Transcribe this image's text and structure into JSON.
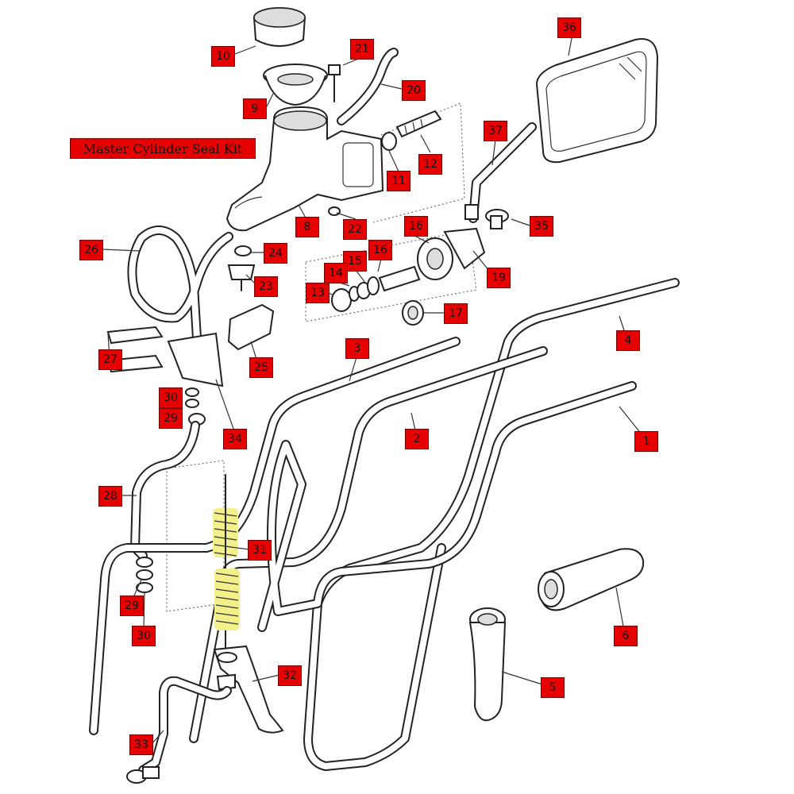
{
  "diagram": {
    "kit_label": "Master Cylinder Seal Kit",
    "highlight_color": "#f2f08a",
    "callout_color": "#e60000",
    "callouts": {
      "c1": "1",
      "c2": "2",
      "c3": "3",
      "c4": "4",
      "c5": "5",
      "c6": "6",
      "c8": "8",
      "c9": "9",
      "c10": "10",
      "c11": "11",
      "c12": "12",
      "c13": "13",
      "c14": "14",
      "c15": "15",
      "c16a": "16",
      "c16b": "16",
      "c17": "17",
      "c19": "19",
      "c20": "20",
      "c21": "21",
      "c22": "22",
      "c23": "23",
      "c24": "24",
      "c25": "25",
      "c26": "26",
      "c27": "27",
      "c28": "28",
      "c29a": "29",
      "c29b": "29",
      "c30a": "30",
      "c30b": "30",
      "c31": "31",
      "c32": "32",
      "c33": "33",
      "c34": "34",
      "c35": "35",
      "c36": "36",
      "c37": "37"
    }
  }
}
